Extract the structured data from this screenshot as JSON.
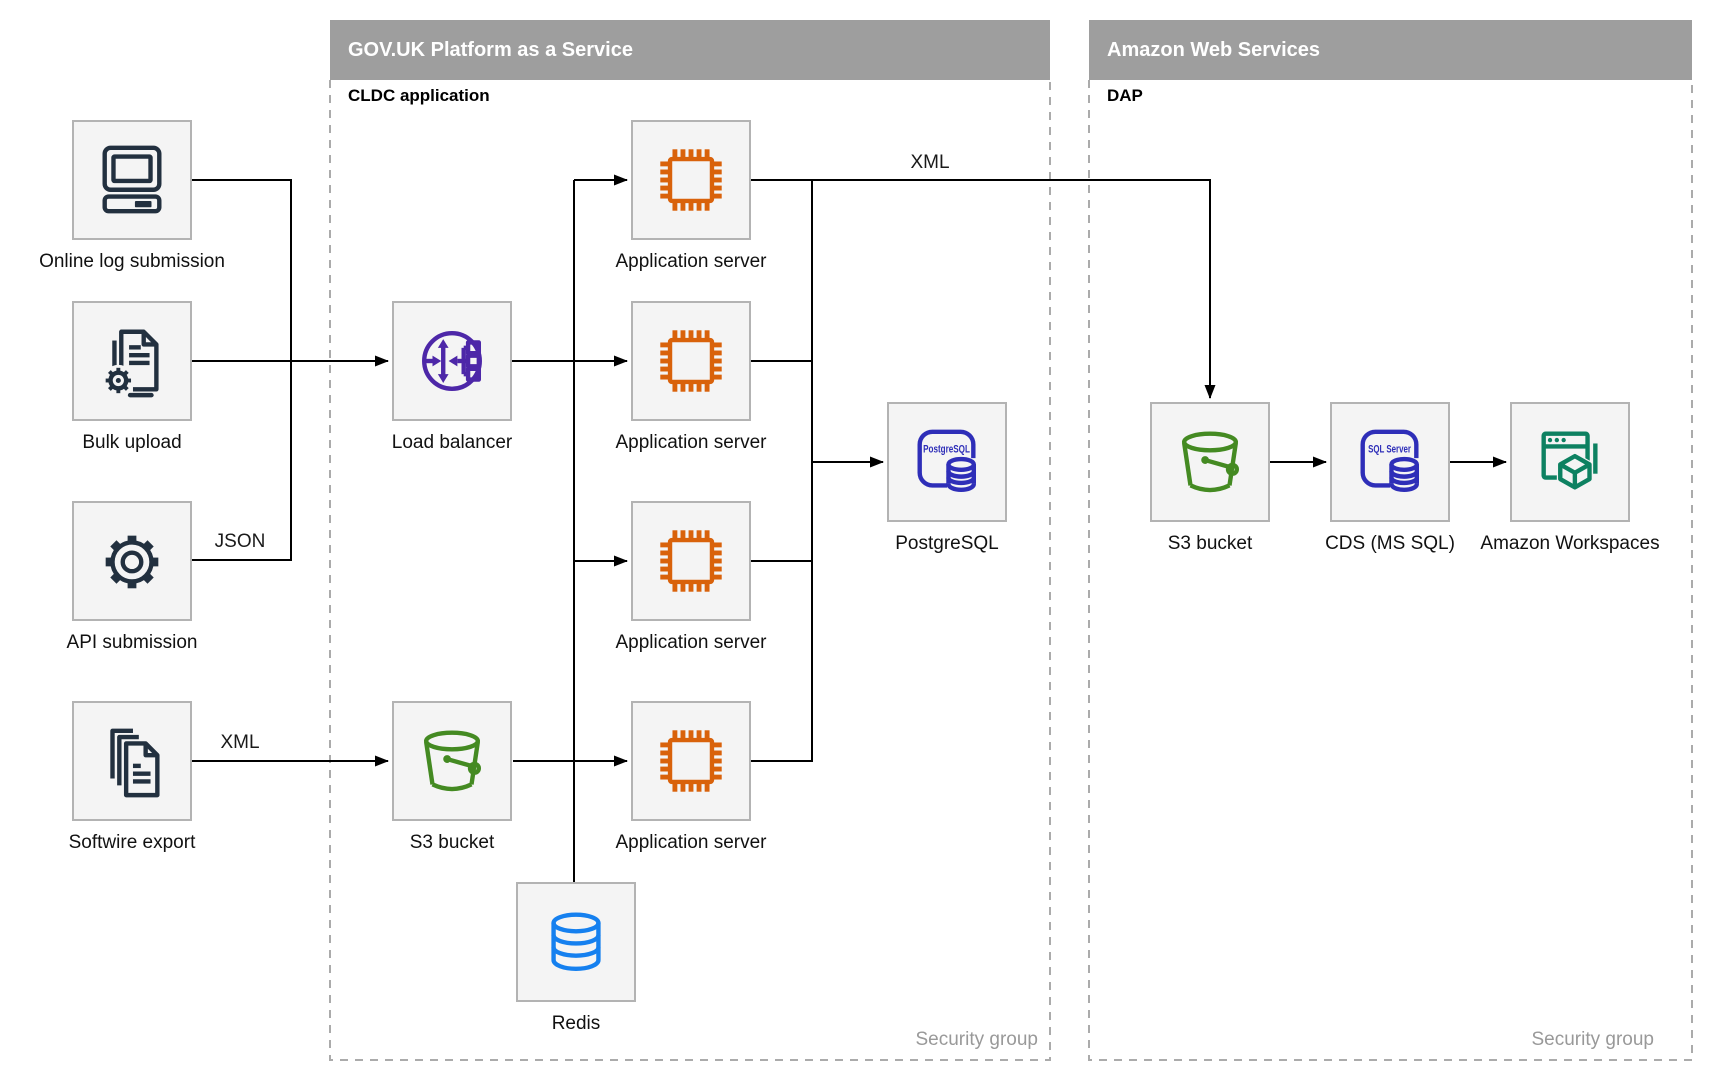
{
  "diagram": {
    "containers": {
      "govuk": {
        "title": "GOV.UK Platform as a Service",
        "sublabel": "CLDC application",
        "footer": "Security group"
      },
      "aws": {
        "title": "Amazon Web Services",
        "sublabel": "DAP",
        "footer": "Security group"
      }
    },
    "nodes": {
      "online_log": {
        "label": "Online log submission"
      },
      "bulk_upload": {
        "label": "Bulk upload"
      },
      "api_submission": {
        "label": "API submission"
      },
      "softwire_export": {
        "label": "Softwire export"
      },
      "load_balancer": {
        "label": "Load balancer"
      },
      "paas_s3": {
        "label": "S3 bucket"
      },
      "app_server_1": {
        "label": "Application server"
      },
      "app_server_2": {
        "label": "Application server"
      },
      "app_server_3": {
        "label": "Application server"
      },
      "app_server_4": {
        "label": "Application server"
      },
      "postgresql": {
        "label": "PostgreSQL"
      },
      "redis": {
        "label": "Redis"
      },
      "aws_s3": {
        "label": "S3 bucket"
      },
      "cds": {
        "label": "CDS (MS SQL)"
      },
      "workspaces": {
        "label": "Amazon Workspaces"
      }
    },
    "edge_labels": {
      "json": "JSON",
      "xml_export": "XML",
      "xml_dap": "XML"
    },
    "icon_text": {
      "postgresql": "PostgreSQL",
      "sql_server": "SQL Server"
    },
    "colors": {
      "dark": "#22303f",
      "purple": "#4d27a8",
      "orange": "#d9620b",
      "indigo": "#2e2eb8",
      "green": "#448a22",
      "blue": "#1580ef",
      "teal": "#0d8161",
      "header_gray": "#9e9e9e",
      "node_border": "#b3b3b3",
      "node_bg": "#f4f4f4",
      "dashed_border": "#ababab",
      "footer_gray": "#999999"
    }
  }
}
